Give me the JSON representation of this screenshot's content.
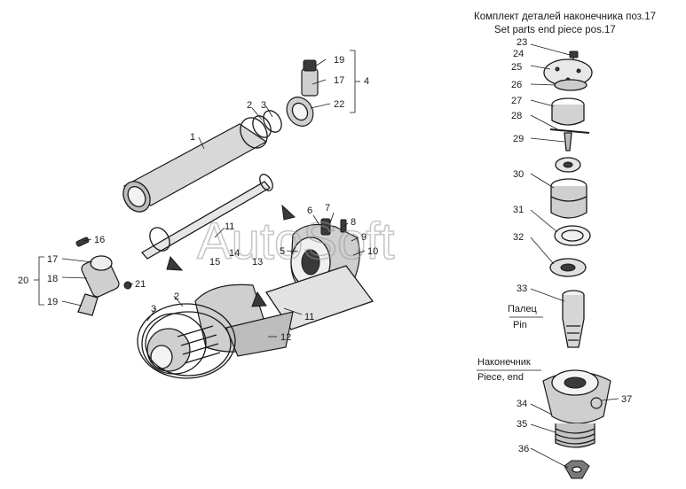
{
  "caption_ru": "Комплект деталей наконечника поз.17",
  "caption_en": "Set parts end piece pos.17",
  "watermark": "AutoSoft",
  "callouts": {
    "c1": "1",
    "c2a": "2",
    "c3a": "3",
    "c4": "4",
    "c19a": "19",
    "c17a": "17",
    "c22": "22",
    "c16": "16",
    "c17b": "17",
    "c18": "18",
    "c19b": "19",
    "c20": "20",
    "c21": "21",
    "c11a": "11",
    "c6": "6",
    "c7": "7",
    "c8": "8",
    "c9": "9",
    "c5": "5",
    "c10": "10",
    "c15": "15",
    "c14": "14",
    "c13": "13",
    "c2b": "2",
    "c3b": "3",
    "c11b": "11",
    "c12": "12",
    "c23": "23",
    "c24": "24",
    "c25": "25",
    "c26": "26",
    "c27": "27",
    "c28": "28",
    "c29": "29",
    "c30": "30",
    "c31": "31",
    "c32": "32",
    "c33": "33",
    "c34": "34",
    "c35": "35",
    "c36": "36",
    "c37": "37"
  },
  "pin_ru": "Палец",
  "pin_en": "Pin",
  "end_ru": "Наконечник",
  "end_en": "Piece, end"
}
